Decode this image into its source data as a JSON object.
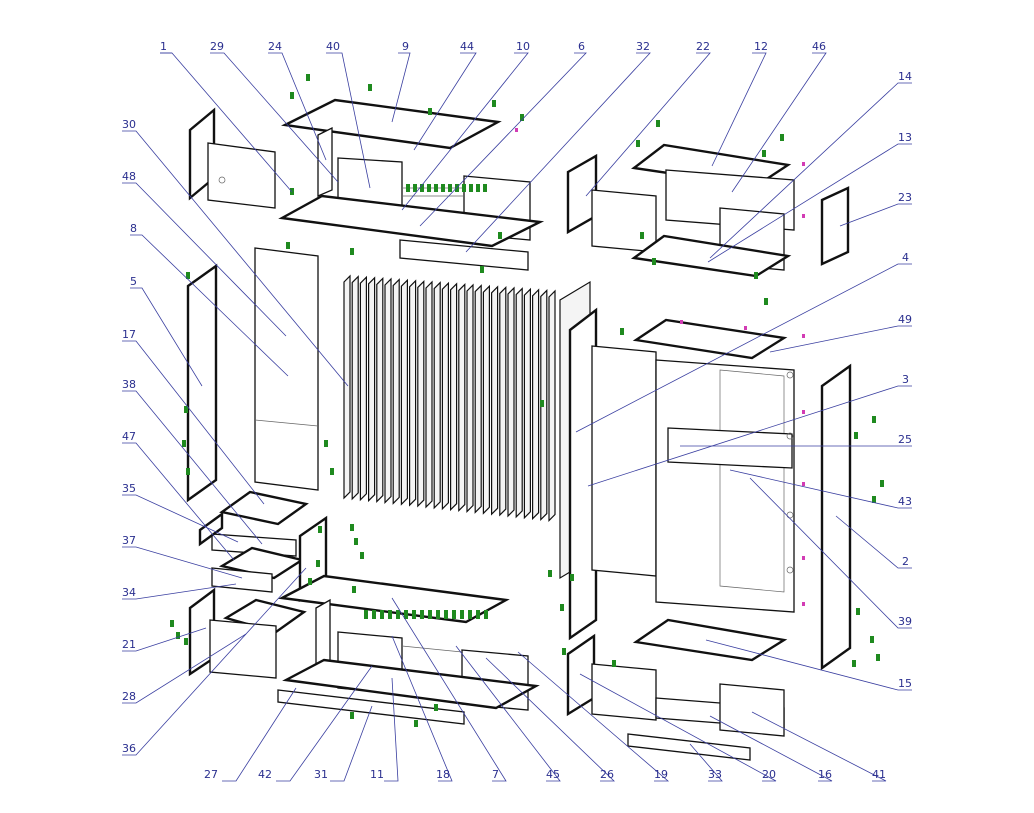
{
  "colors": {
    "line": "#111111",
    "leader": "#3a3fa0",
    "label": "#2a2f8f",
    "clip": "#1f8a1f",
    "marker": "#d23cb4"
  },
  "callouts": {
    "top": [
      "1",
      "29",
      "24",
      "40",
      "9",
      "44",
      "10",
      "6",
      "32",
      "22",
      "12",
      "46"
    ],
    "upper_right": [
      "14",
      "13",
      "23",
      "4",
      "49",
      "3",
      "25",
      "43",
      "2",
      "39",
      "15"
    ],
    "left": [
      "30",
      "48",
      "8",
      "5",
      "17",
      "38",
      "47",
      "35",
      "37",
      "34",
      "21",
      "28",
      "36"
    ],
    "bottom": [
      "27",
      "42",
      "31",
      "11",
      "18",
      "7",
      "45",
      "26",
      "19",
      "33",
      "20",
      "16",
      "41"
    ]
  }
}
